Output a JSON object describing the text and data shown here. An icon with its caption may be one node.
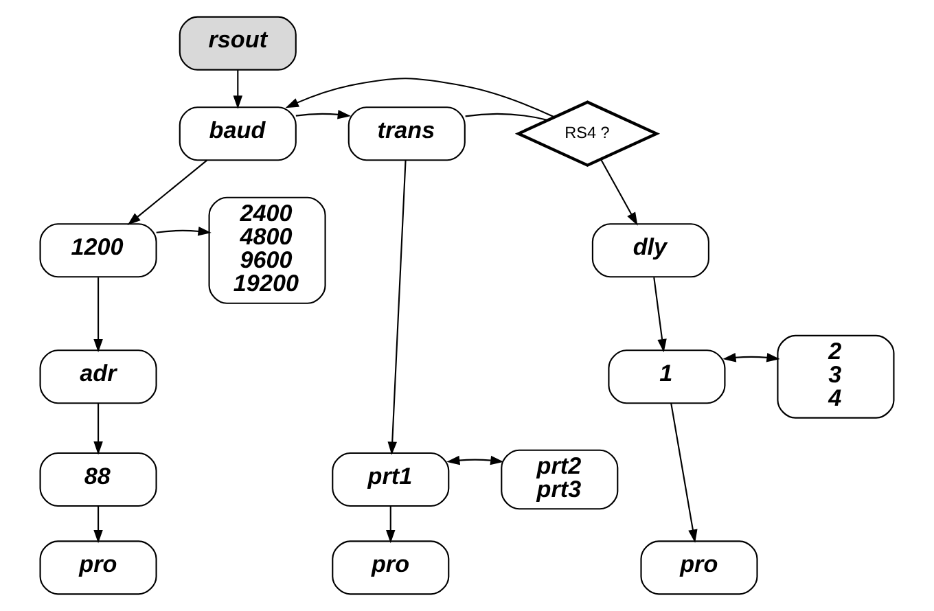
{
  "diagram": {
    "nodes": [
      {
        "text": [
          "rsout"
        ]
      },
      {
        "text": [
          "baud"
        ]
      },
      {
        "text": [
          "trans"
        ]
      },
      {
        "text": [
          "RS4 ?"
        ]
      },
      {
        "text": [
          "1200"
        ]
      },
      {
        "text": [
          "2400",
          "4800",
          "9600",
          "19200"
        ]
      },
      {
        "text": [
          "dly"
        ]
      },
      {
        "text": [
          "adr"
        ]
      },
      {
        "text": [
          "2",
          "3",
          "4"
        ]
      },
      {
        "text": [
          "1"
        ]
      },
      {
        "text": [
          "88"
        ]
      },
      {
        "text": [
          "prt2",
          "prt3"
        ]
      },
      {
        "text": [
          "prt1"
        ]
      },
      {
        "text": [
          "pro"
        ]
      },
      {
        "text": [
          "pro"
        ]
      },
      {
        "text": [
          "pro"
        ]
      }
    ],
    "edges": [
      {
        "from": 0,
        "to": 1,
        "arrow": "to"
      },
      {
        "from": 1,
        "to": 2,
        "arrow": "to"
      },
      {
        "from": 2,
        "to": 3,
        "arrow": "none"
      },
      {
        "from": 3,
        "to": 1,
        "arrow": "to"
      },
      {
        "from": 1,
        "to": 4,
        "arrow": "to"
      },
      {
        "from": 4,
        "to": 5,
        "arrow": "to"
      },
      {
        "from": 4,
        "to": 7,
        "arrow": "to"
      },
      {
        "from": 7,
        "to": 10,
        "arrow": "to"
      },
      {
        "from": 10,
        "to": 13,
        "arrow": "to"
      },
      {
        "from": 2,
        "to": 12,
        "arrow": "to"
      },
      {
        "from": 12,
        "to": 11,
        "arrow": "both"
      },
      {
        "from": 12,
        "to": 14,
        "arrow": "to"
      },
      {
        "from": 3,
        "to": 6,
        "arrow": "to"
      },
      {
        "from": 6,
        "to": 9,
        "arrow": "to"
      },
      {
        "from": 9,
        "to": 8,
        "arrow": "both"
      },
      {
        "from": 9,
        "to": 15,
        "arrow": "to"
      }
    ]
  }
}
